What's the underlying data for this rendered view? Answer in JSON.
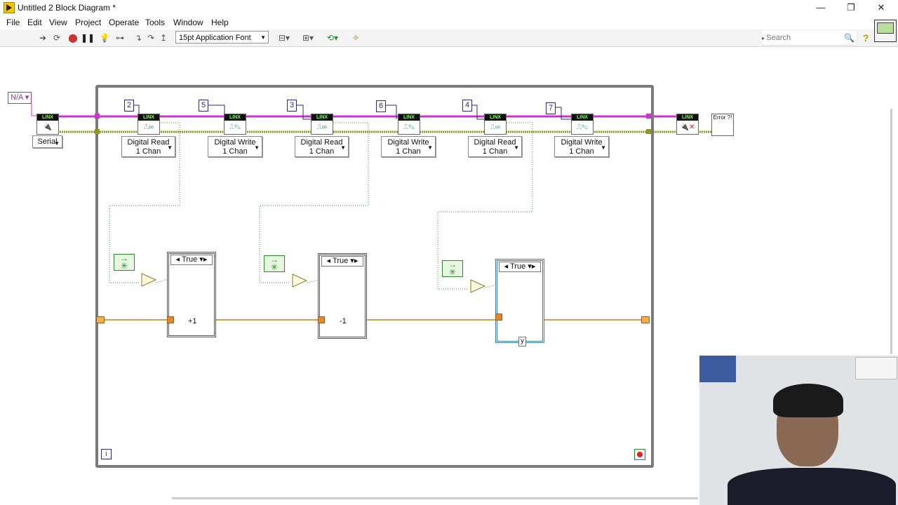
{
  "window": {
    "title": "Untitled 2 Block Diagram *",
    "controls": [
      "—",
      "❐",
      "✕"
    ]
  },
  "menu": [
    "File",
    "Edit",
    "View",
    "Project",
    "Operate",
    "Tools",
    "Window",
    "Help"
  ],
  "toolbar": {
    "font": "15pt Application Font",
    "search_placeholder": "Search",
    "help_label": "?"
  },
  "diagram": {
    "na_constant": "N/A",
    "serial_select": "Serial",
    "linx_label": "LINX",
    "constants": [
      "2",
      "5",
      "3",
      "6",
      "4",
      "7"
    ],
    "vis": [
      {
        "line1": "Digital Read",
        "line2": "1 Chan"
      },
      {
        "line1": "Digital Write",
        "line2": "1 Chan"
      },
      {
        "line1": "Digital Read",
        "line2": "1 Chan"
      },
      {
        "line1": "Digital Write",
        "line2": "1 Chan"
      },
      {
        "line1": "Digital Read",
        "line2": "1 Chan"
      },
      {
        "line1": "Digital Write",
        "line2": "1 Chan"
      }
    ],
    "case_label": "True",
    "case_ops": [
      "+1",
      "-1",
      ""
    ],
    "iteration_label": "i",
    "error_label": "Error ?!",
    "y_label": "y"
  },
  "colors": {
    "pink_wire": "#cc33cc",
    "error_wire": "#8f9b20",
    "orange_wire": "#d8a040",
    "green_wire": "#3a9a3a",
    "loop_border": "#7a7a7a"
  }
}
